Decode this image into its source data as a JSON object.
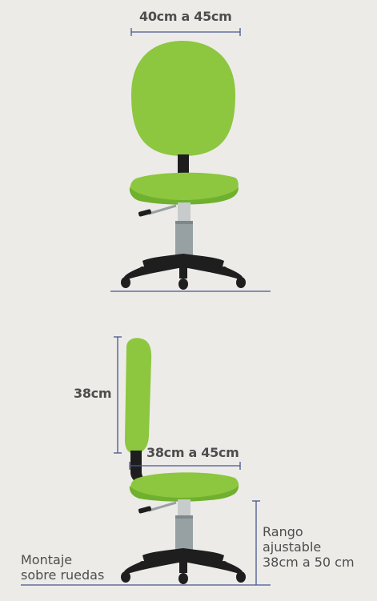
{
  "colors": {
    "background": "#ecebe8",
    "seat_green": "#8dc63f",
    "seat_green_dark": "#6fb02e",
    "base_black": "#1e1e1e",
    "piston_gray": "#97a1a4",
    "dimension_line": "#47578f",
    "label_text": "#4d4d4d"
  },
  "icons": {
    "front_view": "office-chair-front-view",
    "side_view": "office-chair-side-view"
  },
  "labels": {
    "front_width": "40cm a 45cm",
    "back_height": "38cm",
    "side_width": "38cm a 45cm",
    "mounting": [
      "Montaje",
      "sobre ruedas"
    ],
    "height_range": [
      "Rango",
      "ajustable",
      "38cm a 50 cm"
    ]
  }
}
